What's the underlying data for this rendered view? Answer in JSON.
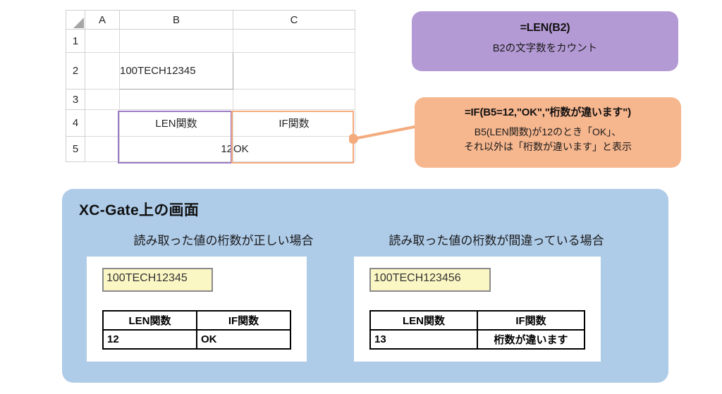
{
  "spreadsheet": {
    "column_headers": [
      "A",
      "B",
      "C"
    ],
    "row_headers": [
      "1",
      "2",
      "3",
      "4",
      "5"
    ],
    "cells": {
      "b2": "100TECH12345",
      "b4": "LEN関数",
      "c4": "IF関数",
      "b5": "12",
      "c5": "OK"
    },
    "selection_colors": {
      "len_range": "#9c7bc4",
      "if_range": "#f4ab7e"
    }
  },
  "callouts": {
    "len": {
      "formula": "=LEN(B2)",
      "description": "B2の文字数をカウント",
      "color": "#b49ad4"
    },
    "if": {
      "formula": "=IF(B5=12,\"OK\",\"桁数が違います\")",
      "description_line1": "B5(LEN関数)が12のとき「OK」、",
      "description_line2": "それ以外は「桁数が違います」と表示",
      "color": "#f6b68e"
    }
  },
  "panel": {
    "title": "XC-Gate上の画面",
    "color": "#aecbe8",
    "cases": [
      {
        "label": "読み取った値の桁数が正しい場合",
        "input_value": "100TECH12345",
        "table": {
          "headers": [
            "LEN関数",
            "IF関数"
          ],
          "values": [
            "12",
            "OK"
          ]
        }
      },
      {
        "label": "読み取った値の桁数が間違っている場合",
        "input_value": "100TECH123456",
        "table": {
          "headers": [
            "LEN関数",
            "IF関数"
          ],
          "values": [
            "13",
            "桁数が違います"
          ]
        }
      }
    ]
  }
}
